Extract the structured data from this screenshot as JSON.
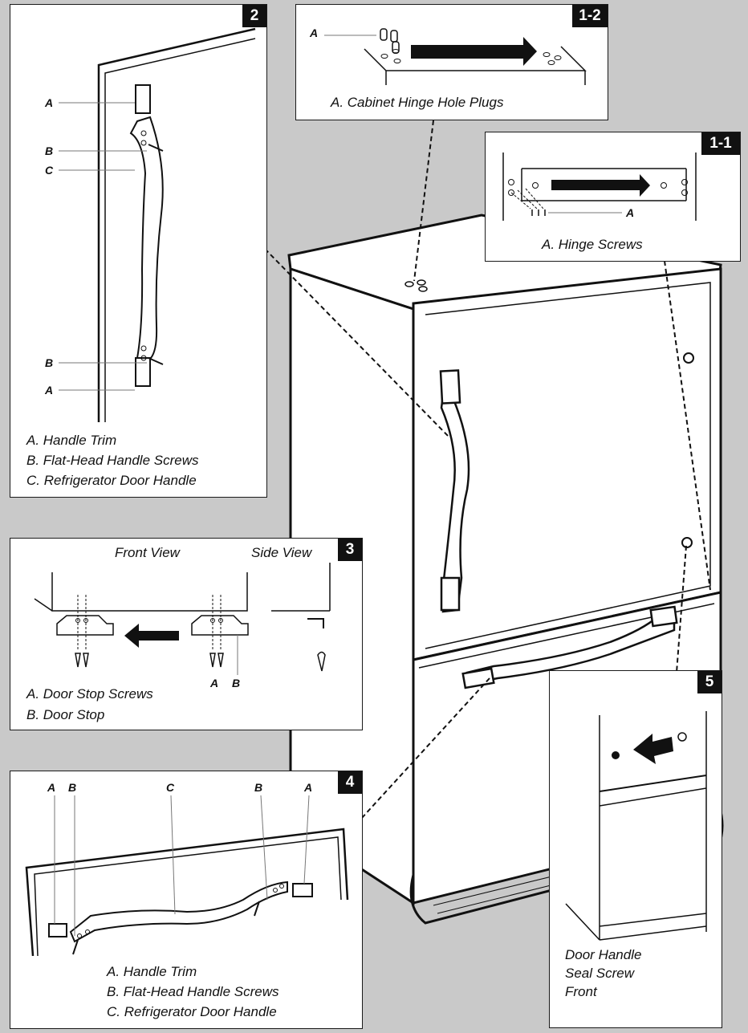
{
  "panels": {
    "p1_2": {
      "number": "1-2",
      "letters": [
        "A"
      ],
      "captions": [
        "A. Cabinet Hinge Hole Plugs"
      ]
    },
    "p1_1": {
      "number": "1-1",
      "letters": [
        "A"
      ],
      "captions": [
        "A. Hinge Screws"
      ]
    },
    "p2": {
      "number": "2",
      "letters": [
        "A",
        "B",
        "C",
        "B",
        "A"
      ],
      "captions": [
        "A. Handle Trim",
        "B. Flat-Head Handle Screws",
        "C. Refrigerator Door Handle"
      ]
    },
    "p3": {
      "number": "3",
      "front_view": "Front View",
      "side_view": "Side View",
      "letters": [
        "A",
        "B"
      ],
      "captions": [
        "A. Door Stop Screws",
        "B. Door Stop"
      ]
    },
    "p4": {
      "number": "4",
      "letters": [
        "A",
        "B",
        "C",
        "B",
        "A"
      ],
      "captions": [
        "A. Handle Trim",
        "B. Flat-Head Handle Screws",
        "C. Refrigerator Door Handle"
      ]
    },
    "p5": {
      "number": "5",
      "captions": [
        "Door Handle",
        "Seal Screw",
        "Front"
      ]
    }
  },
  "colors": {
    "background": "#c9c9c9",
    "panel": "#ffffff",
    "line": "#1a1a1a",
    "badge": "#111111"
  }
}
